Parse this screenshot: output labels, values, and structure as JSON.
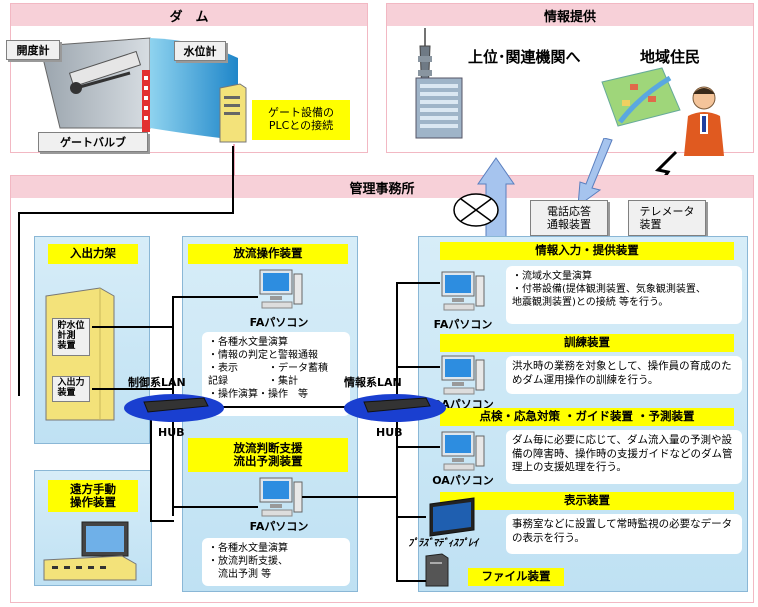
{
  "dam": {
    "title": "ダ　ム",
    "opening_meter": "開度計",
    "water_level_meter": "水位計",
    "gate_valve": "ゲートバルブ",
    "plc_note": "ゲート設備の\nPLCとの接続"
  },
  "info": {
    "title": "情報提供",
    "upper_agencies": "上位･関連機関へ",
    "residents": "地域住民"
  },
  "office": {
    "title": "管理事務所",
    "phone_device": "電話応答\n通報装置",
    "telemeter": "テレメータ\n装置"
  },
  "io_rack": {
    "title": "入出力架",
    "water_gauge": "貯水位\n計測\n装置",
    "io_device": "入出力\n装置"
  },
  "remote": {
    "title": "遠方手動\n操作装置"
  },
  "discharge_ops": {
    "title": "放流操作装置",
    "pc": "FAパソコン",
    "features": [
      "・各種水文量演算",
      "・情報の判定と警報通報",
      "・表示　　　・データ蓄積",
      "記録　　　　・集計",
      "・操作演算・操作　等"
    ]
  },
  "control_lan": {
    "label": "制御系LAN",
    "hub": "HUB"
  },
  "info_lan": {
    "label": "情報系LAN",
    "hub": "HUB"
  },
  "discharge_support": {
    "title": "放流判断支援\n流出予測装置",
    "pc": "FAパソコン",
    "features": [
      "・各種水文量演算",
      "・放流判断支援、",
      "　流出予測 等"
    ]
  },
  "info_io": {
    "title": "情報入力・提供装置",
    "pc": "FAパソコン",
    "features": [
      "・流域水文量演算",
      "・付帯設備(提体観測装置、気象観測装置、",
      "地震観測装置)との接続 等を行う。"
    ]
  },
  "training": {
    "title": "訓練装置",
    "pc": "OAパソコン",
    "desc": "洪水時の業務を対象として、操作員の育成のためダム運用操作の訓練を行う。"
  },
  "inspection": {
    "title": "点検・応急対策 ・ガイド装置 ・予測装置",
    "pc": "OAパソコン",
    "desc": "ダム毎に必要に応じて、ダム流入量の予測や設備の障害時、操作時の支援ガイドなどのダム管理上の支援処理を行う。"
  },
  "display": {
    "title": "表示装置",
    "device": "ﾌﾟﾗｽﾞﾏﾃﾞｨｽﾌﾟﾚｲ",
    "desc": "事務室などに設置して常時監視の必要なデータの表示を行う。"
  },
  "file_device": {
    "title": "ファイル装置"
  },
  "colors": {
    "header_pink": "#f7d0d8",
    "label_yellow": "#ffff00",
    "panel_blue": "#c8e6f5",
    "lan_blue": "#1a3fd0"
  }
}
